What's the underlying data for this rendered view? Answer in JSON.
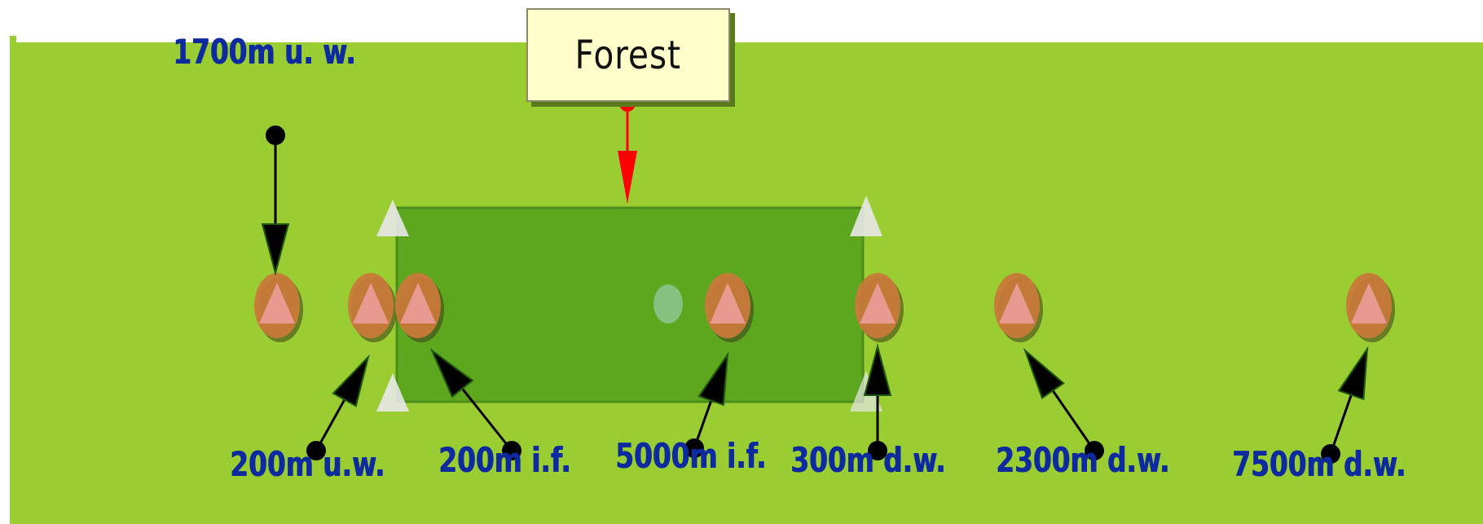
{
  "callout": {
    "label": "Forest"
  },
  "sites": [
    {
      "label": "1700m u. w.",
      "marker": "site-marker",
      "arrow_from": "above"
    },
    {
      "label": "200m u.w.",
      "marker": "site-marker",
      "arrow_from": "below-left"
    },
    {
      "label": "200m i.f.",
      "marker": "site-marker",
      "arrow_from": "below-right"
    },
    {
      "label": "5000m i.f.",
      "marker": "site-marker",
      "arrow_from": "below-left"
    },
    {
      "label": "300m d.w.",
      "marker": "site-marker",
      "arrow_from": "below"
    },
    {
      "label": "2300m d.w.",
      "marker": "site-marker",
      "arrow_from": "below-right"
    },
    {
      "label": "7500m d.w.",
      "marker": "site-marker",
      "arrow_from": "below-left"
    }
  ],
  "colors": {
    "field": "#9acd32",
    "forest": "#5aa61f",
    "site_marker": "#c87a3a",
    "triangle": "#f0a0a0",
    "label_text": "#0d2a9e",
    "callout_arrow": "#ff0000"
  }
}
